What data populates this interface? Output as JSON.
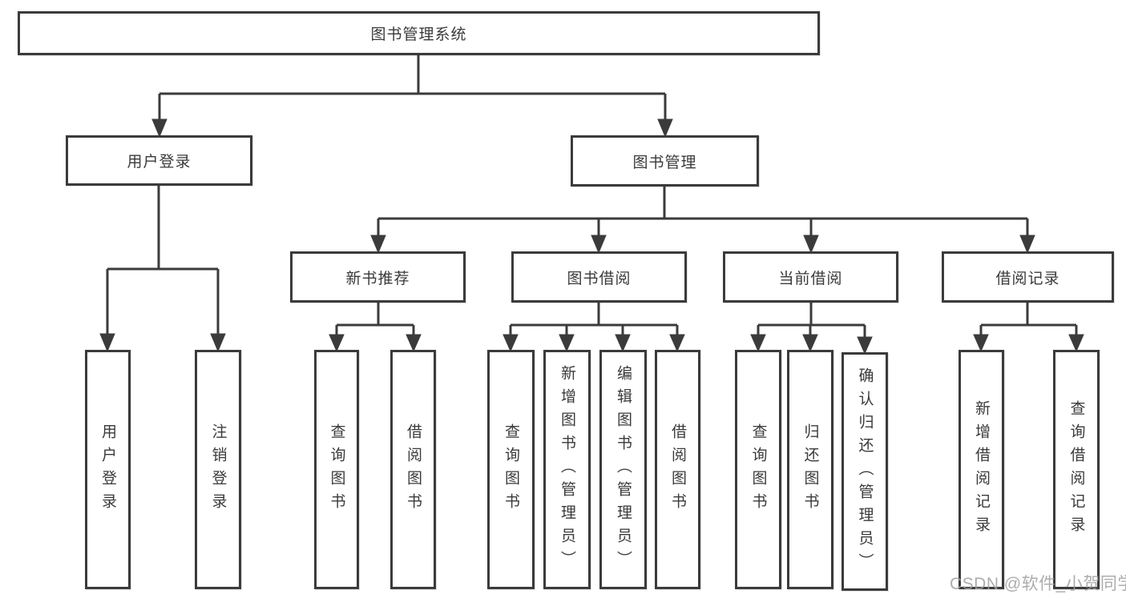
{
  "tree": {
    "root": {
      "label": "图书管理系统",
      "children": [
        {
          "label": "用户登录",
          "children": [
            {
              "label": "用户登录"
            },
            {
              "label": "注销登录"
            }
          ]
        },
        {
          "label": "图书管理",
          "children": [
            {
              "label": "新书推荐",
              "children": [
                {
                  "label": "查询图书"
                },
                {
                  "label": "借阅图书"
                }
              ]
            },
            {
              "label": "图书借阅",
              "children": [
                {
                  "label": "查询图书"
                },
                {
                  "label": "新增图书（管理员）"
                },
                {
                  "label": "编辑图书（管理员）"
                },
                {
                  "label": "借阅图书"
                }
              ]
            },
            {
              "label": "当前借阅",
              "children": [
                {
                  "label": "查询图书"
                },
                {
                  "label": "归还图书"
                },
                {
                  "label": "确认归还（管理员）"
                }
              ]
            },
            {
              "label": "借阅记录",
              "children": [
                {
                  "label": "新增借阅记录"
                },
                {
                  "label": "查询借阅记录"
                }
              ]
            }
          ]
        }
      ]
    }
  },
  "watermark": {
    "text": "CSDN @软件_小贺同学"
  },
  "colors": {
    "line": "#3b3b3b",
    "box_border": "#3b3b3b",
    "text": "#3a3a3a",
    "background": "#ffffff",
    "watermark": "#9e9e9e"
  }
}
